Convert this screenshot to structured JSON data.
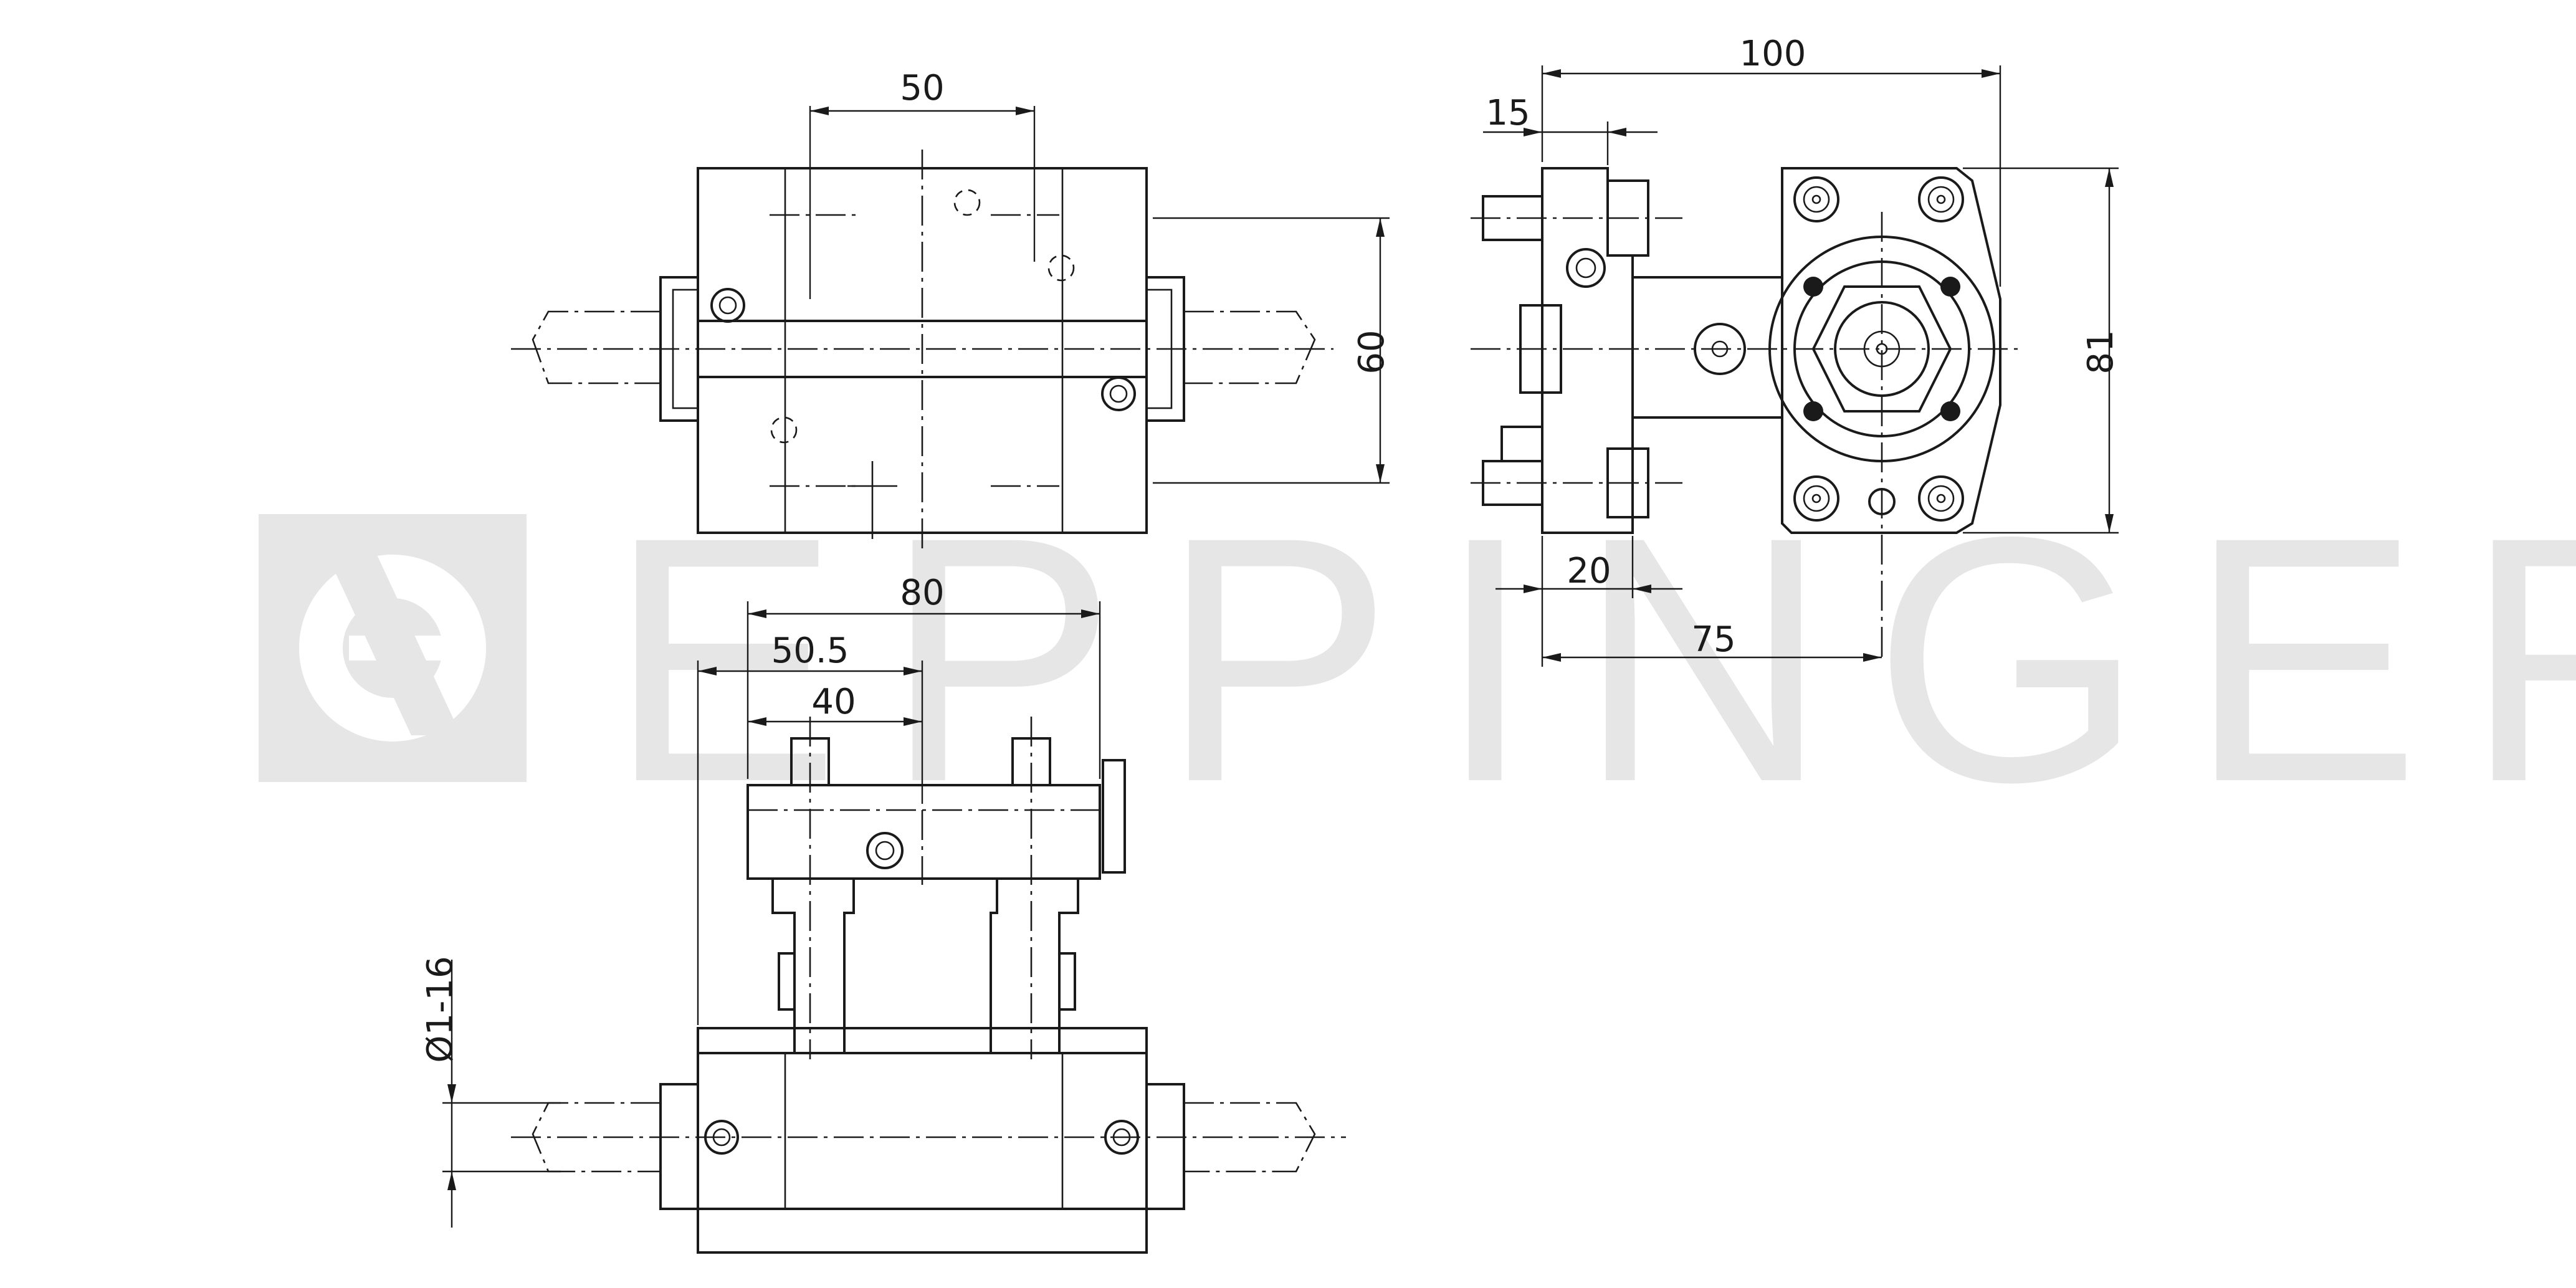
{
  "watermark": {
    "brand": "EPPINGER",
    "color": "#e6e6e6"
  },
  "dimensions": {
    "front_width": "50",
    "front_height": "60",
    "side_width": "100",
    "side_offset": "15",
    "side_height": "81",
    "side_bottom_left": "20",
    "side_bottom_center": "75",
    "top_width": "80",
    "top_a": "50.5",
    "top_b": "40",
    "diameter": "Ø1-16"
  },
  "line_color": "#1a1a1a"
}
